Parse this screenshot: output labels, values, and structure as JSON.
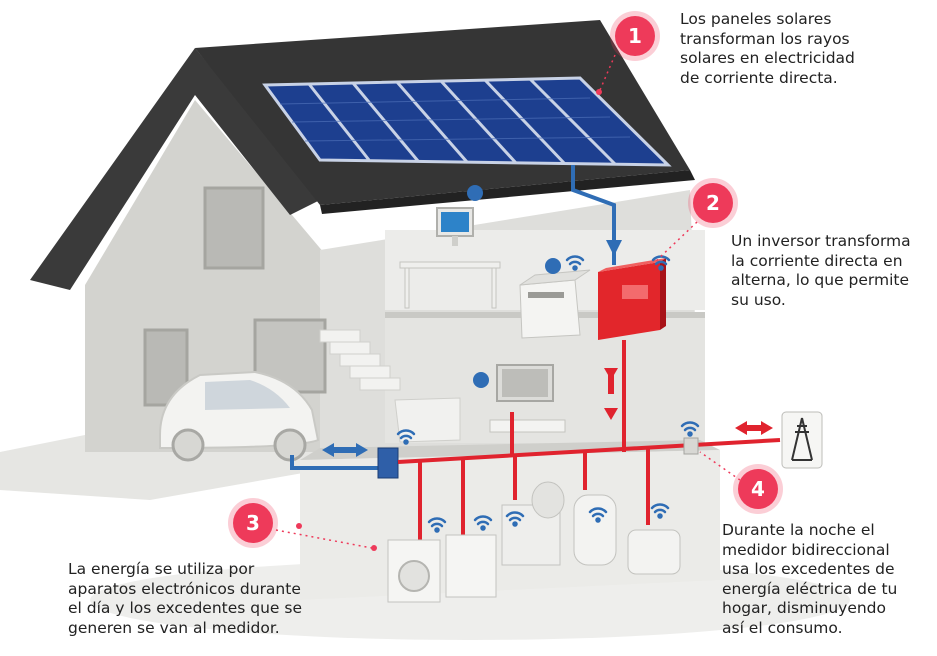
{
  "steps": [
    {
      "number": "1",
      "lines": [
        "Los paneles solares",
        "transforman los rayos",
        "solares en electricidad",
        "de corriente directa."
      ]
    },
    {
      "number": "2",
      "lines": [
        "Un inversor transforma",
        "la corriente directa en",
        "alterna, lo que permite",
        "su uso."
      ]
    },
    {
      "number": "3",
      "lines": [
        "La energía se utiliza por",
        "aparatos electrónicos durante",
        "el día y los excedentes que se",
        "generen se van al medidor."
      ]
    },
    {
      "number": "4",
      "lines": [
        "Durante la noche el",
        "medidor bidireccional",
        "usa los excedentes de",
        "energía eléctrica de tu",
        "hogar, disminuyendo",
        "así el consumo."
      ]
    }
  ],
  "colors": {
    "accent": "#ee3a5a",
    "wire_red": "#e0232e",
    "dc_blue": "#2f6db5",
    "panel_blue": "#1d3f8f",
    "roof": "#3a3a3a",
    "wall": "#d9d9d6",
    "inverter": "#e2262b"
  }
}
